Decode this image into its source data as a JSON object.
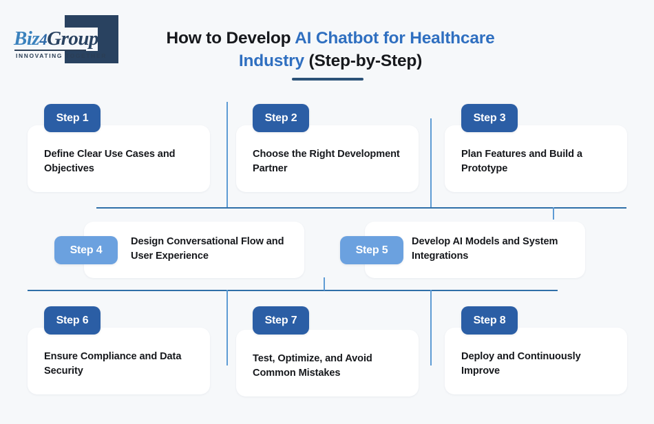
{
  "brand": {
    "name_part1": "Biz",
    "name_part2": "4",
    "name_part3": "Group",
    "tagline": "INNOVATING TOGETHER"
  },
  "headline": {
    "lead": "How to Develop ",
    "accent1": "AI Chatbot for",
    "accent2": "Healthcare Industry",
    "tail": " (Step-by-Step)"
  },
  "colors": {
    "background": "#f6f8fa",
    "card": "#ffffff",
    "badge_dark": "#2b5ea5",
    "badge_light": "#6ba1df",
    "accent_text": "#2f6fc0",
    "line_dark": "#2f6fa8",
    "line_light": "#5d9bd4",
    "logo_navy": "#294260",
    "heading_text": "#16181c"
  },
  "steps": [
    {
      "badge": "Step 1",
      "title": "Define Clear Use Cases and Objectives"
    },
    {
      "badge": "Step 2",
      "title": "Choose the Right Development Partner"
    },
    {
      "badge": "Step 3",
      "title": "Plan Features and Build a Prototype"
    },
    {
      "badge": "Step 4",
      "title": "Design Conversational Flow and User Experience"
    },
    {
      "badge": "Step 5",
      "title": "Develop AI Models and System Integrations"
    },
    {
      "badge": "Step 6",
      "title": "Ensure Compliance and Data Security"
    },
    {
      "badge": "Step 7",
      "title": "Test, Optimize, and Avoid Common Mistakes"
    },
    {
      "badge": "Step 8",
      "title": "Deploy and Continuously Improve"
    }
  ],
  "rows": {
    "row1_labels": [
      "Step 1",
      "Step 2",
      "Step 3"
    ],
    "row2_labels": [
      "Step 4",
      "Step 5"
    ],
    "row3_labels": [
      "Step 6",
      "Step 7",
      "Step 8"
    ]
  }
}
